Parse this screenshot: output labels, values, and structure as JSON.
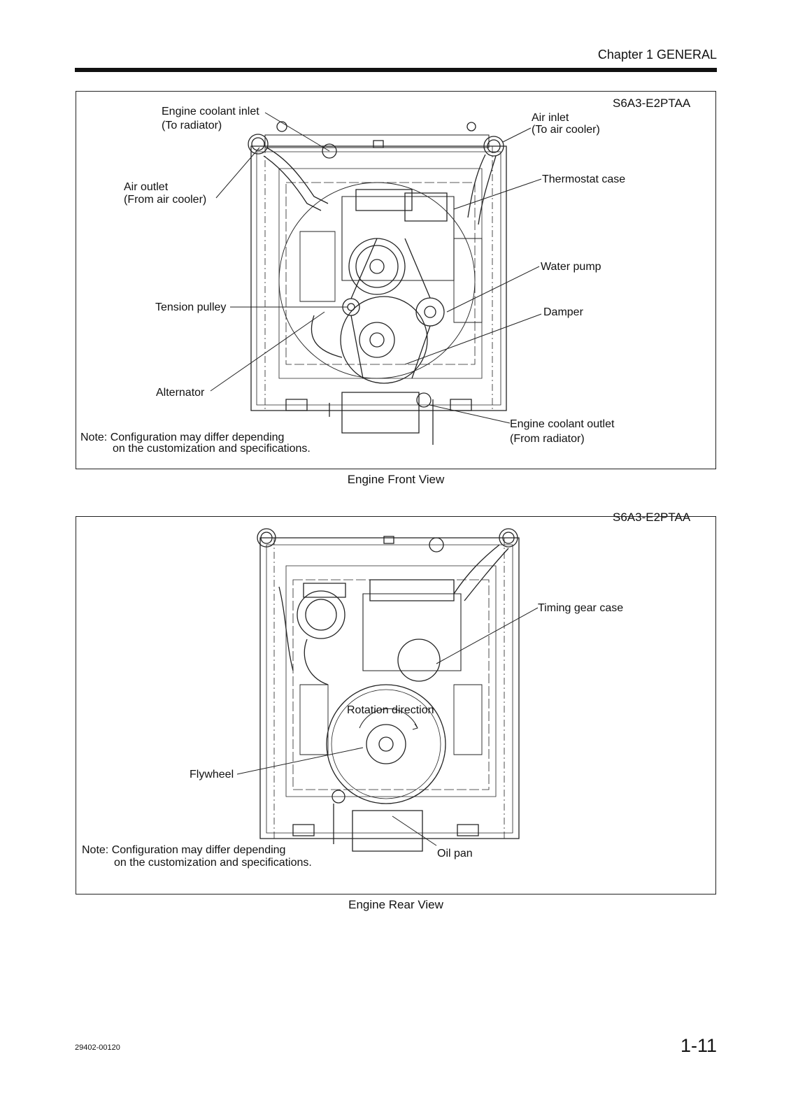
{
  "header": {
    "chapter": "Chapter 1  GENERAL"
  },
  "front_view": {
    "model": "S6A3-E2PTAA",
    "caption": "Engine Front View",
    "note_line1": "Note: Configuration may differ depending",
    "note_line2": "on the customization and specifications.",
    "labels": {
      "coolant_inlet_1": "Engine coolant inlet",
      "coolant_inlet_2": "(To radiator)",
      "air_inlet_1": "Air inlet",
      "air_inlet_2": "(To air cooler)",
      "air_outlet_1": "Air outlet",
      "air_outlet_2": "(From air cooler)",
      "thermostat": "Thermostat case",
      "water_pump": "Water pump",
      "tension_pulley": "Tension pulley",
      "damper": "Damper",
      "alternator": "Alternator",
      "coolant_outlet_1": "Engine coolant outlet",
      "coolant_outlet_2": "(From radiator)"
    }
  },
  "rear_view": {
    "model": "S6A3-E2PTAA",
    "caption": "Engine Rear View",
    "note_line1": "Note: Configuration may differ depending",
    "note_line2": "on the customization and specifications.",
    "labels": {
      "timing_gear": "Timing gear case",
      "rotation": "Rotation direction",
      "flywheel": "Flywheel",
      "oil_pan": "Oil pan"
    }
  },
  "footer": {
    "doc_number": "29402-00120",
    "page": "1-11"
  }
}
